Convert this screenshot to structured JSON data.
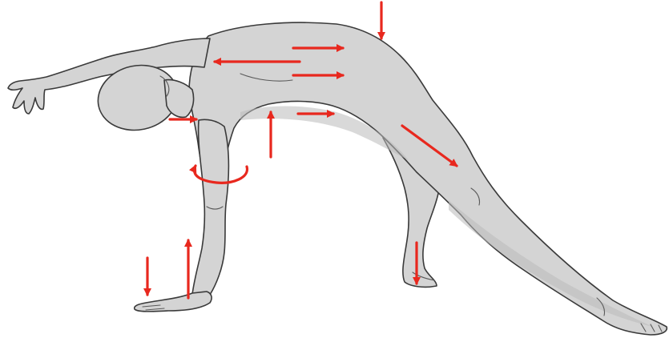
{
  "figure": {
    "subject": "wild-thing-yoga-pose",
    "arrow_color": "#e8281e",
    "body_color": "#d4d4d4",
    "outline_color": "#3a3a3a"
  },
  "arrows": [
    {
      "name": "arrow-back-down",
      "direction": "down"
    },
    {
      "name": "arrow-upper-back-right",
      "direction": "right"
    },
    {
      "name": "arrow-shoulder-left",
      "direction": "left"
    },
    {
      "name": "arrow-mid-back-right",
      "direction": "right"
    },
    {
      "name": "arrow-chest-right",
      "direction": "right"
    },
    {
      "name": "arrow-underarm-up",
      "direction": "up"
    },
    {
      "name": "arrow-belly-right",
      "direction": "right"
    },
    {
      "name": "arrow-thigh-diagonal",
      "direction": "down-right"
    },
    {
      "name": "arrow-arm-rotation",
      "direction": "rotate"
    },
    {
      "name": "arrow-hand-press-down",
      "direction": "down"
    },
    {
      "name": "arrow-forearm-up",
      "direction": "up"
    },
    {
      "name": "arrow-foot-press-down",
      "direction": "down"
    }
  ]
}
